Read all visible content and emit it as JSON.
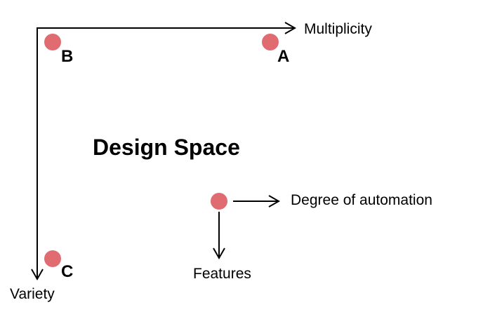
{
  "title": "Design Space",
  "axes": {
    "horizontal": "Multiplicity",
    "vertical": "Variety"
  },
  "points": [
    {
      "label": "A"
    },
    {
      "label": "B"
    },
    {
      "label": "C"
    }
  ],
  "legend": {
    "right": "Degree of automation",
    "down": "Features"
  },
  "colors": {
    "dot": "#e06c72",
    "line": "#000000"
  }
}
